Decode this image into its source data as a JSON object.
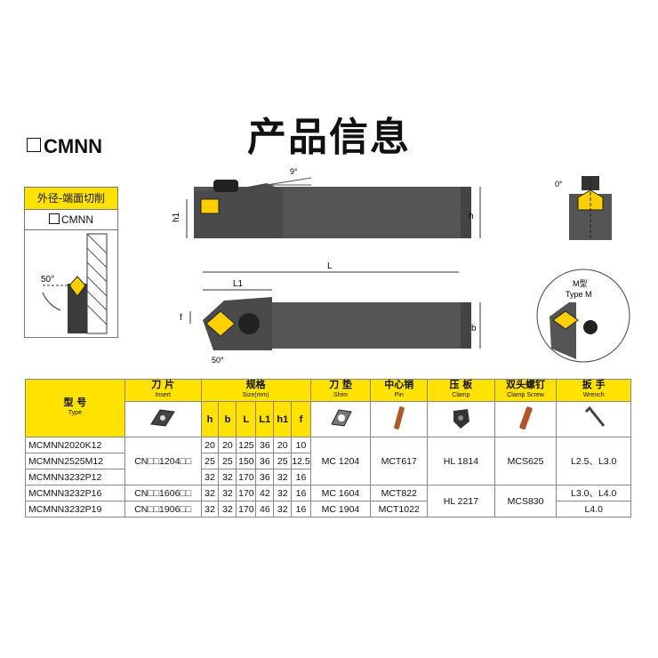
{
  "title": "产品信息",
  "model_name": "CMNN",
  "side_panel": {
    "header": "外径-端面切削",
    "label": "CMNN",
    "angle": "50°"
  },
  "drawing": {
    "angle_top": "9°",
    "label_h1": "h1",
    "label_h_right": "h",
    "angle_side": "0°",
    "label_L": "L",
    "label_L1": "L1",
    "label_f": "f",
    "label_b": "b",
    "angle_bottom": "50°",
    "type_m_cn": "M型",
    "type_m_en": "Type M"
  },
  "table": {
    "headers": {
      "type": {
        "cn": "型  号",
        "en": "Type"
      },
      "insert": {
        "cn": "刀  片",
        "en": "Insert"
      },
      "size": {
        "cn": "规格",
        "en": "Size(mm)"
      },
      "shim": {
        "cn": "刀  垫",
        "en": "Shim"
      },
      "pin": {
        "cn": "中心销",
        "en": "Pin"
      },
      "clamp": {
        "cn": "压  板",
        "en": "Clamp"
      },
      "screw": {
        "cn": "双头螺钉",
        "en": "Clamp Screw"
      },
      "wrench": {
        "cn": "扳  手",
        "en": "Wrench"
      }
    },
    "dims": [
      "h",
      "b",
      "L",
      "L1",
      "h1",
      "f"
    ],
    "rows": [
      {
        "model": "MCMNN2020K12",
        "v": [
          "20",
          "20",
          "125",
          "36",
          "20",
          "10"
        ]
      },
      {
        "model": "MCMNN2525M12",
        "v": [
          "25",
          "25",
          "150",
          "36",
          "25",
          "12.5"
        ]
      },
      {
        "model": "MCMNN3232P12",
        "v": [
          "32",
          "32",
          "170",
          "36",
          "32",
          "16"
        ]
      },
      {
        "model": "MCMNN3232P16",
        "v": [
          "32",
          "32",
          "170",
          "42",
          "32",
          "16"
        ]
      },
      {
        "model": "MCMNN3232P19",
        "v": [
          "32",
          "32",
          "170",
          "46",
          "32",
          "16"
        ]
      }
    ],
    "insert_1204": "CN□□1204□□",
    "insert_1606": "CN□□1606□□",
    "insert_1906": "CN□□1906□□",
    "shim_1204": "MC 1204",
    "shim_1604": "MC 1604",
    "shim_1904": "MC 1904",
    "pin_617": "MCT617",
    "pin_822": "MCT822",
    "pin_1022": "MCT1022",
    "clamp_1814": "HL 1814",
    "clamp_2217": "HL 2217",
    "screw_625": "MCS625",
    "screw_830": "MCS830",
    "wrench_a": "L2.5、L3.0",
    "wrench_b": "L3.0、L4.0",
    "wrench_c": "L4.0"
  }
}
